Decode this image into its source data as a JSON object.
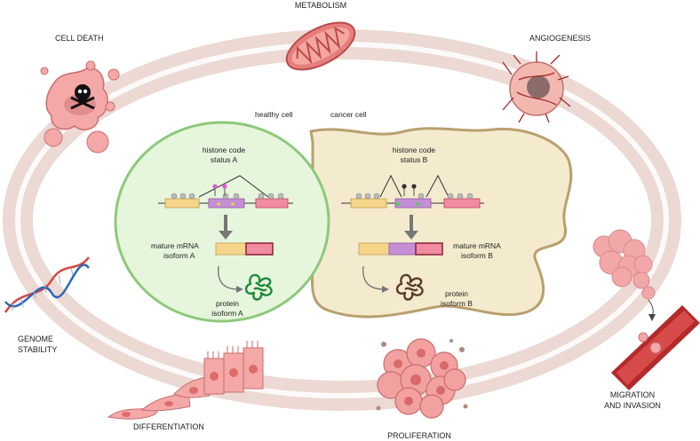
{
  "processes": {
    "metabolism": "METABOLISM",
    "cell_death": "CELL DEATH",
    "angiogenesis": "ANGIOGENESIS",
    "genome_stability_1": "GENOME",
    "genome_stability_2": "STABILITY",
    "differentiation": "DIFFERENTIATION",
    "proliferation": "PROLIFERATION",
    "migration_1": "MIGRATION",
    "migration_2": "AND INVASION"
  },
  "healthy": {
    "title": "healthy cell",
    "histone_1": "histone code",
    "histone_2": "status A",
    "mrna_1": "mature mRNA",
    "mrna_2": "isoform A",
    "protein_1": "protein",
    "protein_2": "isoform A"
  },
  "cancer": {
    "title": "cancer cell",
    "histone_1": "histone code",
    "histone_2": "status B",
    "mrna_1": "mature mRNA",
    "mrna_2": "isoform B",
    "protein_1": "protein",
    "protein_2": "isoform B"
  },
  "colors": {
    "ring": "#ecd9d3",
    "healthy_fill": "#e6f6dc",
    "healthy_stroke": "#8cc97a",
    "cancer_fill": "#f4ebcf",
    "cancer_stroke": "#b8a06f",
    "exon_yellow": "#f6d58b",
    "exon_purple": "#c58fd6",
    "exon_pink": "#f28ca0",
    "arrow": "#777777",
    "protein_a": "#1f8a3b",
    "protein_b": "#5a3b2c"
  }
}
